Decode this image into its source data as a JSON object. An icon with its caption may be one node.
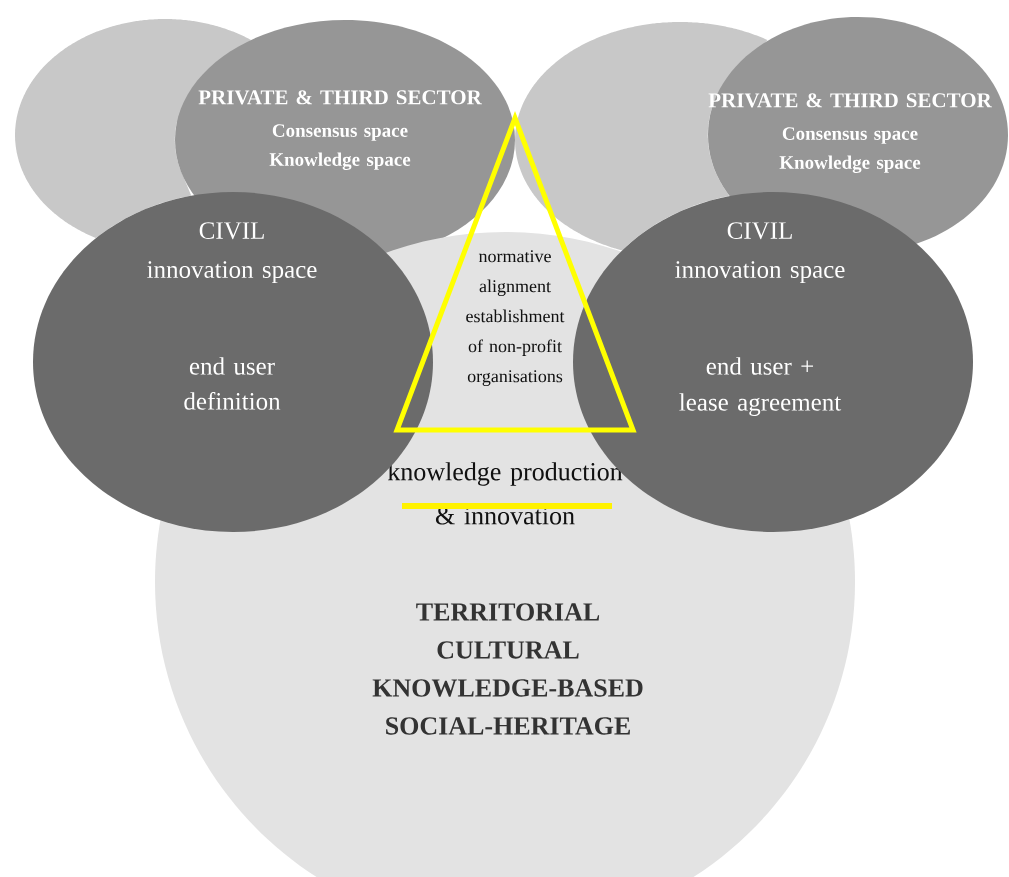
{
  "diagram": {
    "nodes": [
      {
        "text": [],
        "shape": "ellipse"
      },
      {
        "text": [
          "PRIVATE & THIRD SECTOR",
          "Consensus space Knowledge space"
        ]
      },
      {
        "text": [],
        "shape": "ellipse"
      },
      {
        "text": [
          "PRIVATE & THIRD SECTOR",
          "Consensus space Knowledge space"
        ]
      },
      {
        "text": [
          "knowledge production & innovation",
          "TERRITORIAL CULTURAL KNOWLEDGE-BASED SOCIAL-HERITAGE"
        ]
      },
      {
        "text": [
          "CIVIL innovation space",
          "end user definition"
        ]
      },
      {
        "text": [
          "CIVIL innovation space",
          "end user + lease agreement"
        ]
      },
      {
        "text": [
          "normative alignment establishment of non-profit organisations"
        ]
      }
    ]
  }
}
